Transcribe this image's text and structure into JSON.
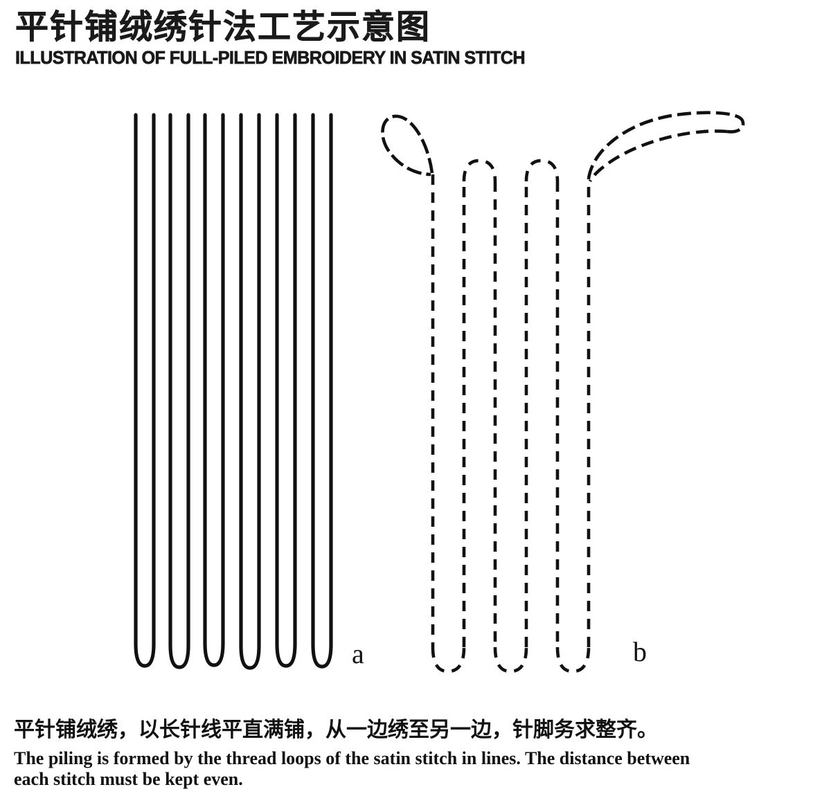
{
  "title": {
    "chinese": "平针铺绒绣针法工艺示意图",
    "english": "ILLUSTRATION OF FULL-PILED EMBROIDERY IN SATIN STITCH"
  },
  "figure": {
    "label_a": "a",
    "label_b": "b",
    "panel_a_description": "six solid thread loops shown as pairs of long vertical lines joined by U-turns at the bottom",
    "panel_b_description": "dashed thread path: three U-turns at the bottom, two arches at the top, plus a long curved loop rising to the upper left and another rising to the upper right",
    "stroke_color": "#111111",
    "loop_count_a": 6,
    "vertical_count_a": 12,
    "vertical_count_b": 6
  },
  "caption": {
    "chinese": "平针铺绒绣，以长针线平直满铺，从一边绣至另一边，针脚务求整齐。",
    "english_line1": "The piling is formed by the thread loops of the satin stitch in lines. The distance between",
    "english_line2": "each stitch must be kept even."
  }
}
